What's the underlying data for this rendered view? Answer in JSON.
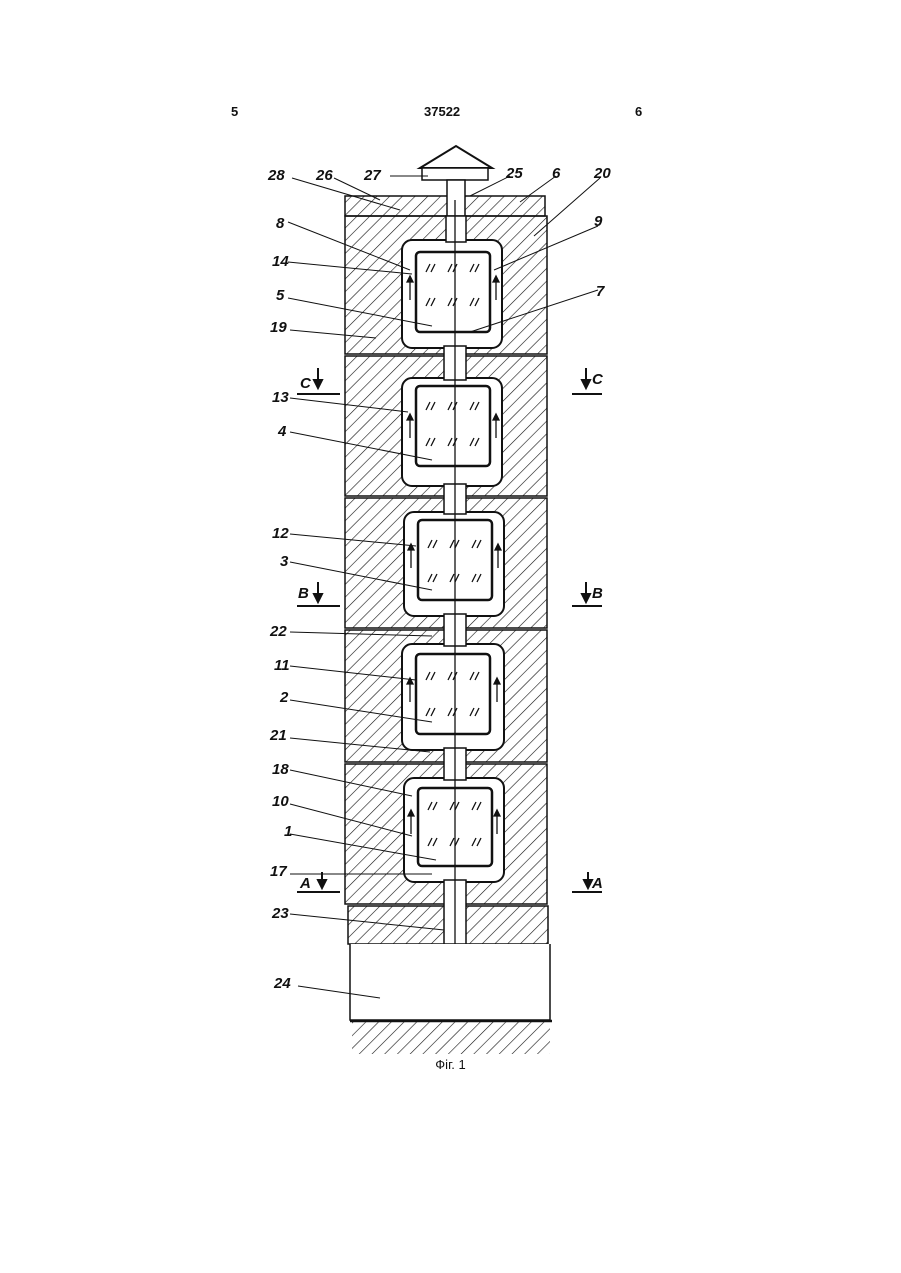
{
  "page": {
    "left_number": "5",
    "doc_number": "37522",
    "right_number": "6"
  },
  "figure": {
    "caption": "Фіг. 1",
    "labels": [
      "28",
      "26",
      "27",
      "25",
      "6",
      "20",
      "8",
      "9",
      "14",
      "5",
      "7",
      "19",
      "13",
      "4",
      "12",
      "3",
      "22",
      "11",
      "2",
      "21",
      "18",
      "10",
      "1",
      "17",
      "23",
      "24"
    ],
    "section_marks": {
      "c": "C",
      "b": "B",
      "a": "A"
    }
  }
}
